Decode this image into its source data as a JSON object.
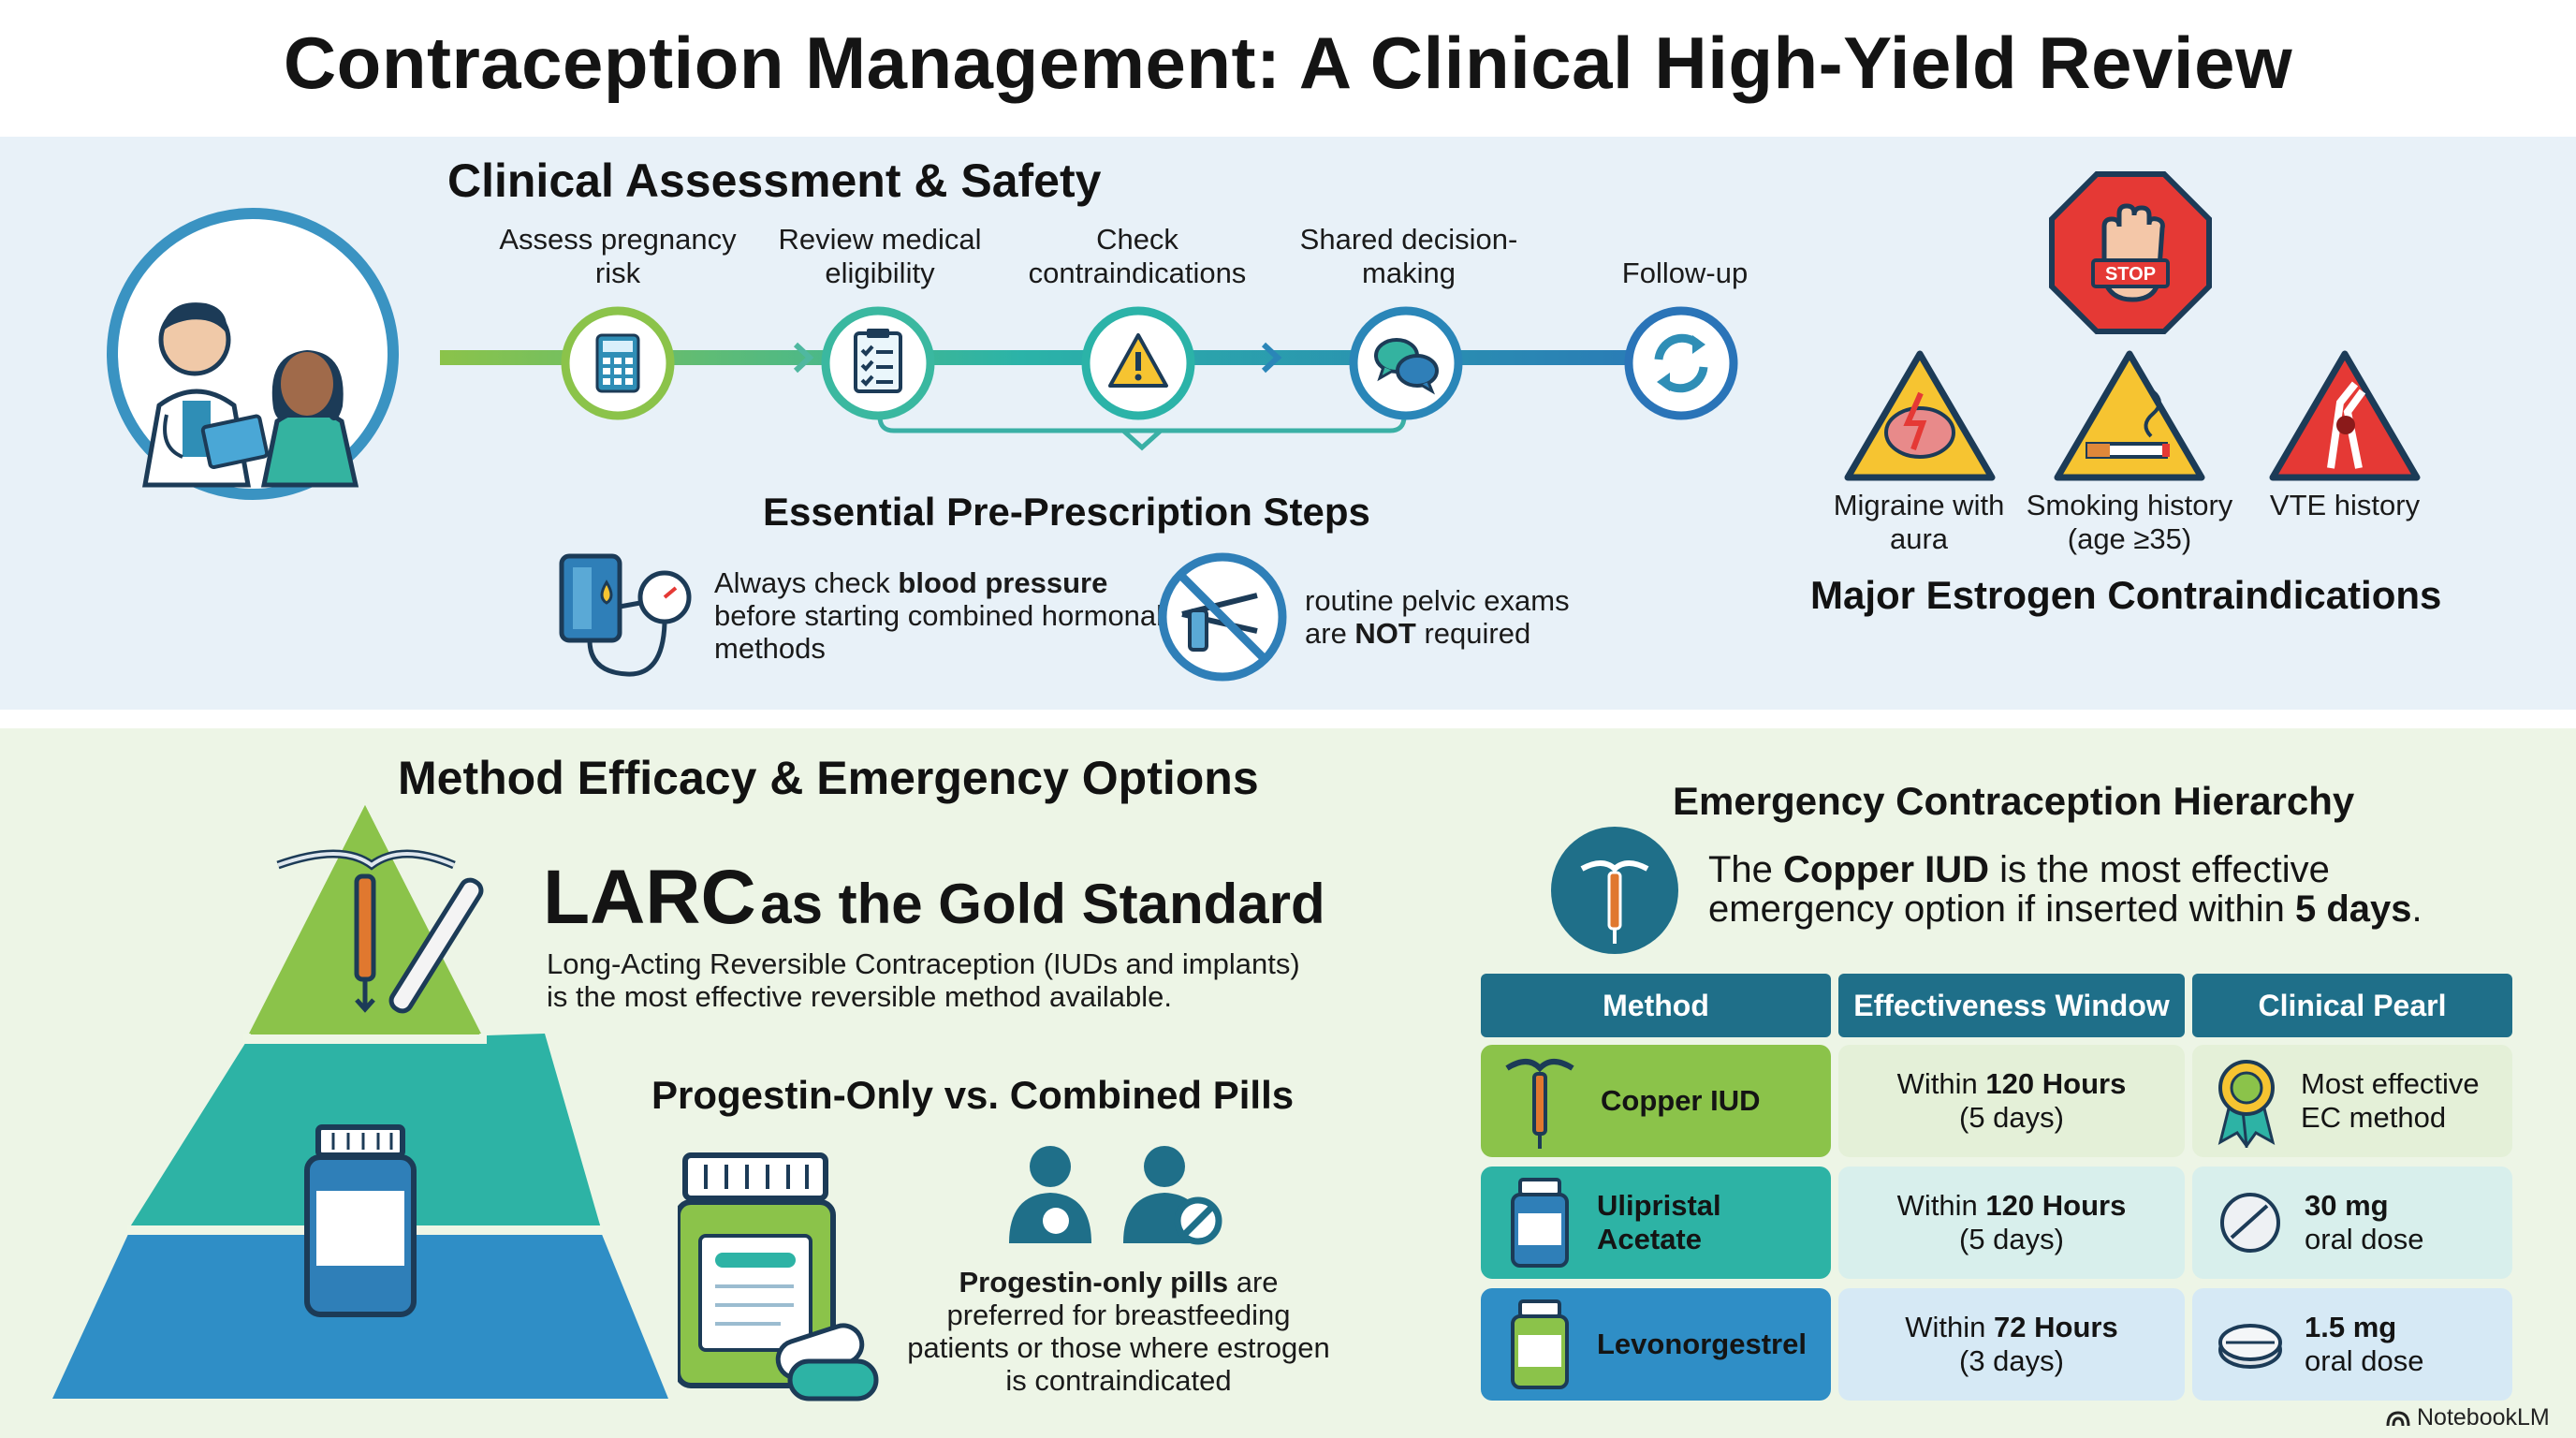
{
  "title": "Contraception Management: A Clinical High-Yield Review",
  "assessment": {
    "heading": "Clinical Assessment & Safety",
    "steps": [
      {
        "label": "Assess pregnancy risk",
        "icon": "calculator-icon"
      },
      {
        "label": "Review medical eligibility",
        "icon": "checklist-icon"
      },
      {
        "label": "Check contraindications",
        "icon": "warning-icon"
      },
      {
        "label": "Shared decision-making",
        "icon": "chat-bubbles-icon"
      },
      {
        "label": "Follow-up",
        "icon": "refresh-icon"
      }
    ],
    "pre_steps_heading": "Essential Pre-Prescription Steps",
    "bp_note": {
      "before": "Always check ",
      "bold": "blood pressure",
      "after": "before starting combined hormonal methods"
    },
    "pelvic_note": {
      "before": "routine pelvic exams",
      "mid": "are ",
      "bold": "NOT",
      "after": " required"
    }
  },
  "contraindications": {
    "heading": "Major Estrogen Contraindications",
    "stop_text": "STOP",
    "items": [
      {
        "label": "Migraine with aura",
        "icon": "brain-lightning-icon"
      },
      {
        "label": "Smoking history (age ≥35)",
        "icon": "cigarette-icon"
      },
      {
        "label": "VTE history",
        "icon": "blood-clot-icon"
      }
    ]
  },
  "efficacy": {
    "heading": "Method Efficacy & Emergency Options",
    "larc_big": "LARC",
    "larc_rest": "as the Gold Standard",
    "larc_desc_1": "Long-Acting Reversible Contraception (IUDs and implants)",
    "larc_desc_2": "is the most effective reversible method available.",
    "pills_heading": "Progestin-Only vs. Combined Pills",
    "pills_note": {
      "bold": "Progestin-only pills",
      "rest_1": " are",
      "rest_2": "preferred for breastfeeding",
      "rest_3": "patients or those where estrogen",
      "rest_4": "is contraindicated"
    }
  },
  "emergency": {
    "heading": "Emergency Contraception Hierarchy",
    "intro": {
      "p1": "The ",
      "b1": "Copper IUD",
      "p2": " is the most effective",
      "p3": "emergency option if inserted within ",
      "b2": "5 days",
      "p4": "."
    },
    "columns": [
      "Method",
      "Effectiveness Window",
      "Clinical Pearl"
    ],
    "rows": [
      {
        "method": "Copper IUD",
        "window_prefix": "Within ",
        "window_bold": "120 Hours",
        "window_sub": "(5 days)",
        "pearl_bold": "",
        "pearl_1": "Most effective",
        "pearl_2": "EC method",
        "method_icon": "copper-iud-icon",
        "pearl_icon": "award-ribbon-icon"
      },
      {
        "method": "Ulipristal Acetate",
        "window_prefix": "Within ",
        "window_bold": "120 Hours",
        "window_sub": "(5 days)",
        "pearl_bold": "30 mg",
        "pearl_1": "",
        "pearl_2": "oral dose",
        "method_icon": "medicine-bottle-icon",
        "pearl_icon": "pill-tablet-icon"
      },
      {
        "method": "Levonorgestrel",
        "window_prefix": "Within ",
        "window_bold": "72 Hours",
        "window_sub": "(3 days)",
        "pearl_bold": "1.5 mg",
        "pearl_1": "",
        "pearl_2": "oral dose",
        "method_icon": "medicine-bottle-icon",
        "pearl_icon": "pill-tablet-icon"
      }
    ]
  },
  "watermark": "NotebookLM",
  "colors": {
    "teal": "#1f6f89",
    "green": "#8bc34a",
    "blue": "#2a8cc0",
    "yellow": "#f6c431",
    "red": "#e53935"
  }
}
